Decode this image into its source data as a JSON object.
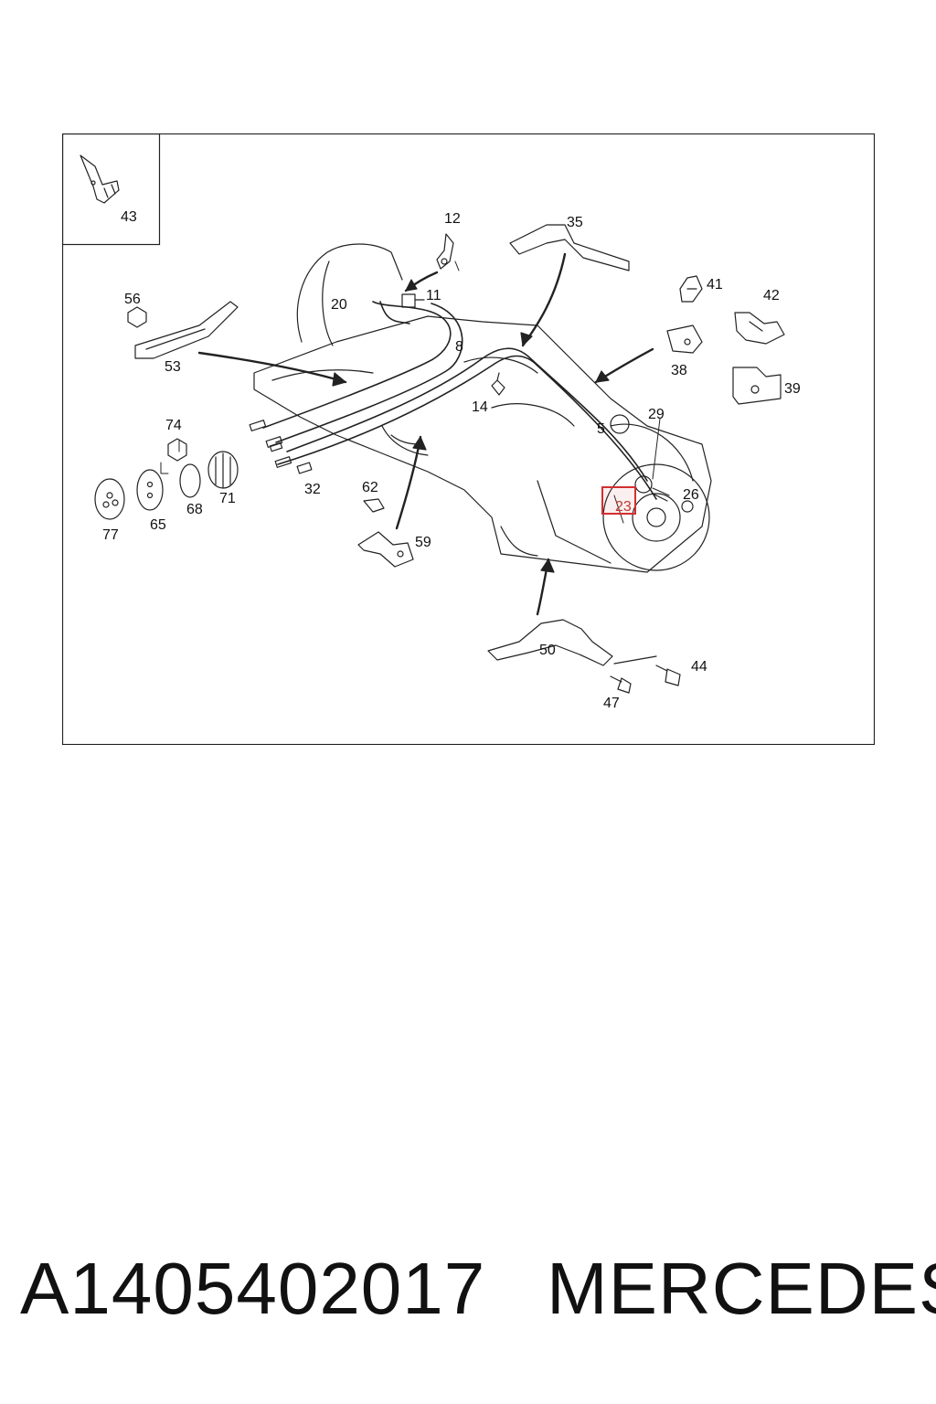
{
  "diagram": {
    "callouts": {
      "c5": "5",
      "c8": "8",
      "c11": "11",
      "c12": "12",
      "c14": "14",
      "c20": "20",
      "c23": "23",
      "c26": "26",
      "c29": "29",
      "c32": "32",
      "c35": "35",
      "c38": "38",
      "c39": "39",
      "c41": "41",
      "c42": "42",
      "c43": "43",
      "c44": "44",
      "c47": "47",
      "c50": "50",
      "c53": "53",
      "c56": "56",
      "c59": "59",
      "c62": "62",
      "c65": "65",
      "c68": "68",
      "c71": "71",
      "c74": "74",
      "c77": "77"
    },
    "highlighted_callout": "23",
    "highlight_color": "#d32f2f"
  },
  "caption": {
    "part_number": "A1405402017",
    "brand": "MERCEDES"
  }
}
